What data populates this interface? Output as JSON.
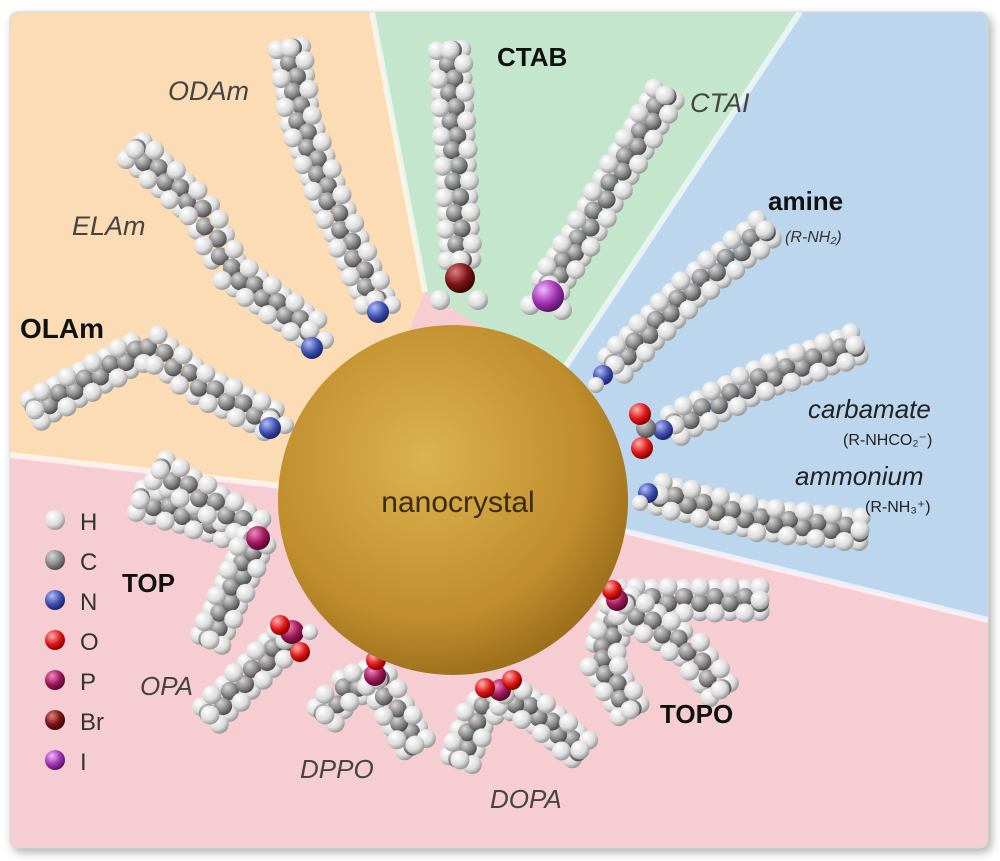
{
  "center_label": "nanocrystal",
  "ligands": {
    "odam": "ODAm",
    "elam": "ELAm",
    "olam": "OLAm",
    "ctab": "CTAB",
    "ctai": "CTAI",
    "amine": "amine",
    "amine_formula": "(R-NH₂)",
    "carbamate": "carbamate",
    "carbamate_formula": "(R-NHCO₂⁻)",
    "ammonium": "ammonium",
    "ammonium_formula": "(R-NH₃⁺)",
    "top": "TOP",
    "opa": "OPA",
    "dppo": "DPPO",
    "dopa": "DOPA",
    "topo": "TOPO"
  },
  "legend": [
    {
      "symbol": "H",
      "color": "#eeeeee"
    },
    {
      "symbol": "C",
      "color": "#8c8c8c"
    },
    {
      "symbol": "N",
      "color": "#4a57b0"
    },
    {
      "symbol": "O",
      "color": "#e02020"
    },
    {
      "symbol": "P",
      "color": "#a0195a"
    },
    {
      "symbol": "Br",
      "color": "#7a1414"
    },
    {
      "symbol": "I",
      "color": "#a234b4"
    }
  ],
  "colors": {
    "sector_orange": "#fbdcb4",
    "sector_green": "#c4e6cc",
    "sector_blue": "#bcd6ee",
    "sector_pink": "#f6cdd3",
    "nanocrystal": "#c08e2c"
  }
}
